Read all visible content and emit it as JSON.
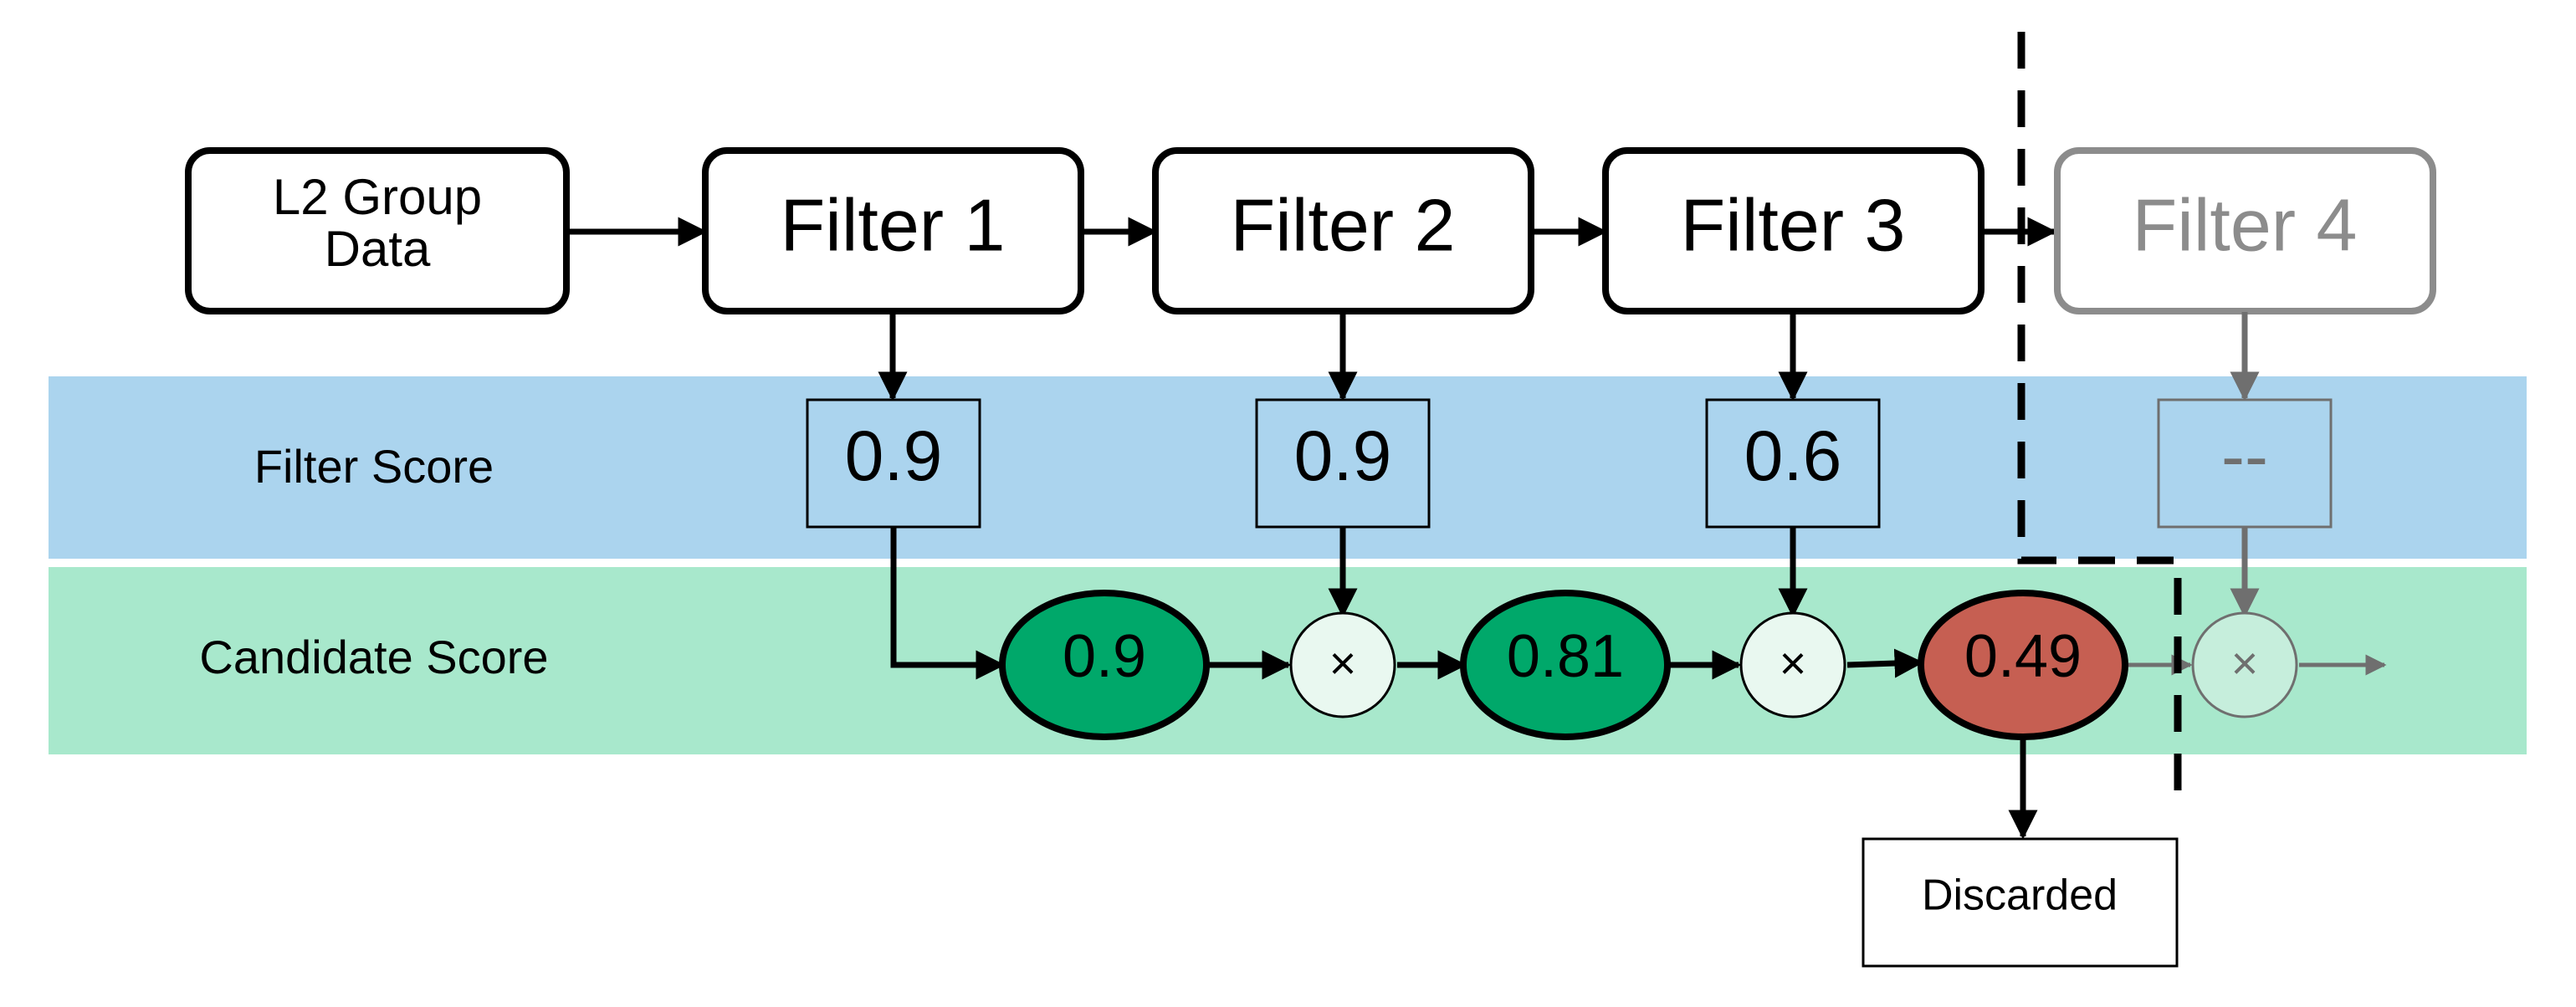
{
  "colors": {
    "filter_band": "#abd4ee",
    "candidate_band": "#a8e8cc",
    "pass_node": "#00a86a",
    "discard_node": "#c65f52",
    "inactive": "#8c8c8c",
    "stroke": "#000000"
  },
  "source": {
    "line1": "L2 Group",
    "line2": "Data"
  },
  "filters": [
    {
      "label": "Filter 1",
      "score": "0.9"
    },
    {
      "label": "Filter 2",
      "score": "0.9"
    },
    {
      "label": "Filter 3",
      "score": "0.6"
    },
    {
      "label": "Filter 4",
      "score": "--"
    }
  ],
  "rows": {
    "filter_score": "Filter Score",
    "candidate_score": "Candidate Score"
  },
  "candidates": [
    {
      "value": "0.9",
      "status": "pass"
    },
    {
      "value": "0.81",
      "status": "pass"
    },
    {
      "value": "0.49",
      "status": "discard"
    }
  ],
  "multiply_symbol": "×",
  "discarded_label": "Discarded"
}
